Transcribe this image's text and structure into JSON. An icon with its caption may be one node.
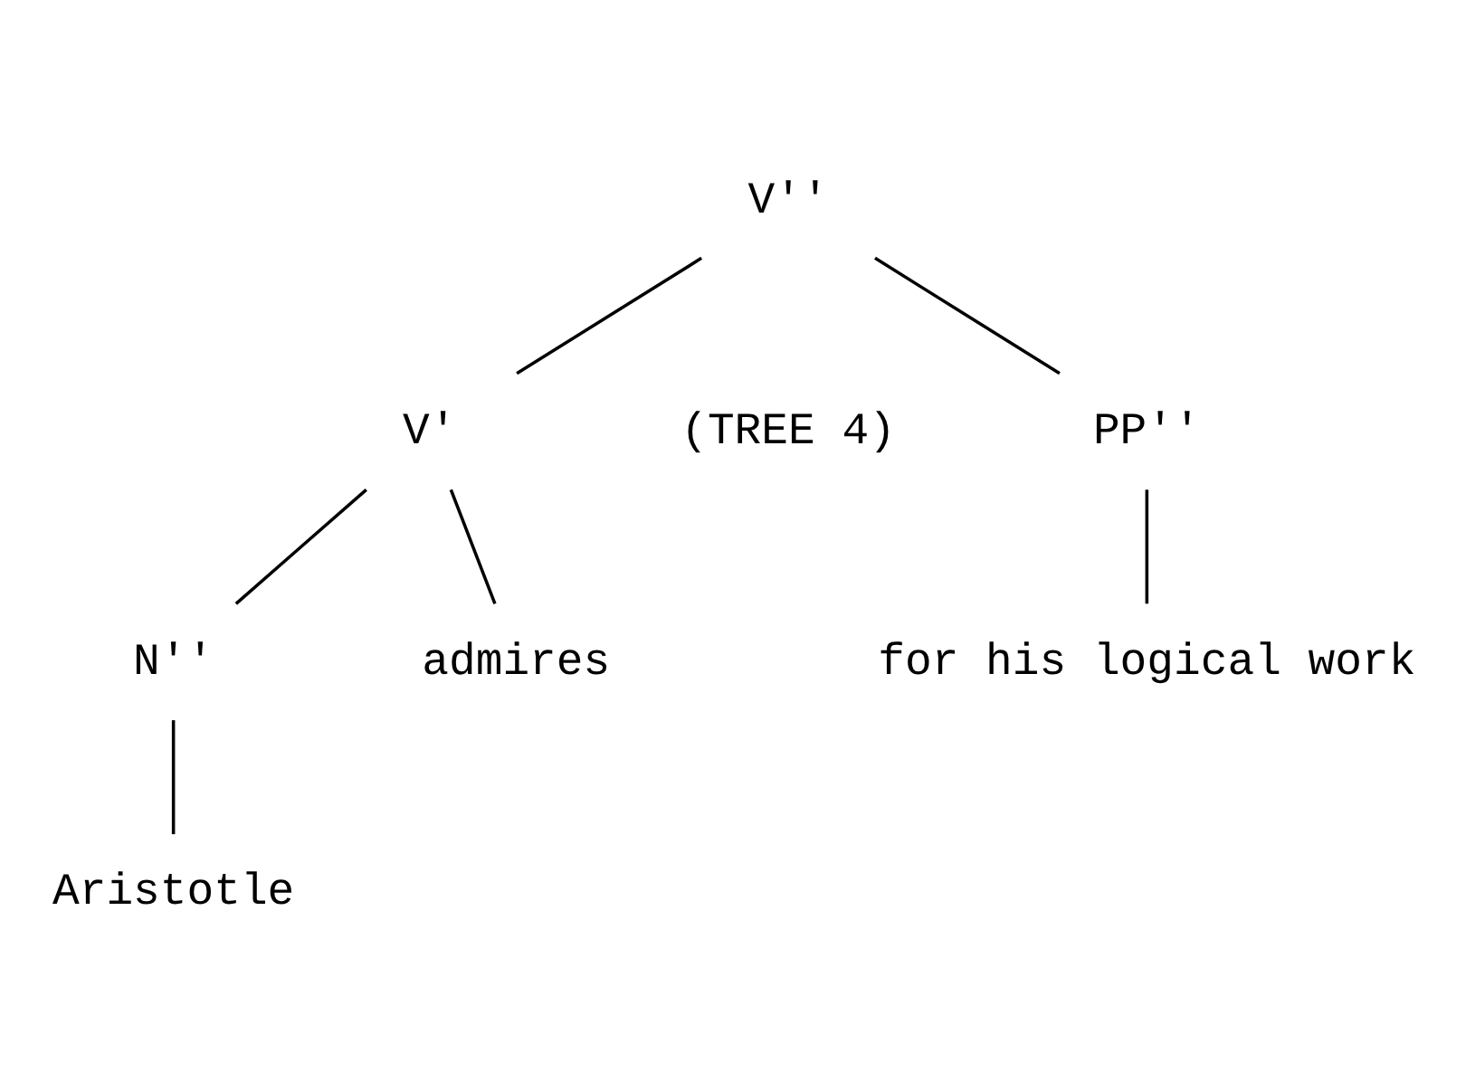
{
  "diagram": {
    "nodes": [
      {
        "text": [
          "V''"
        ]
      },
      {
        "text": [
          "V'"
        ]
      },
      {
        "text": [
          "PP''"
        ]
      },
      {
        "text": [
          "admires"
        ]
      },
      {
        "text": [
          "N''"
        ]
      },
      {
        "text": [
          "for his logical work"
        ]
      },
      {
        "text": [
          "Aristotle"
        ]
      }
    ],
    "edges": [
      {
        "from": 0,
        "to": 1,
        "arrow": "none"
      },
      {
        "from": 0,
        "to": 2,
        "arrow": "none"
      },
      {
        "from": 1,
        "to": 3,
        "arrow": "none"
      },
      {
        "from": 1,
        "to": 4,
        "arrow": "none"
      },
      {
        "from": 2,
        "to": 5,
        "arrow": "none"
      },
      {
        "from": 4,
        "to": 6,
        "arrow": "none"
      }
    ],
    "labels": [
      "(TREE 4)"
    ]
  }
}
